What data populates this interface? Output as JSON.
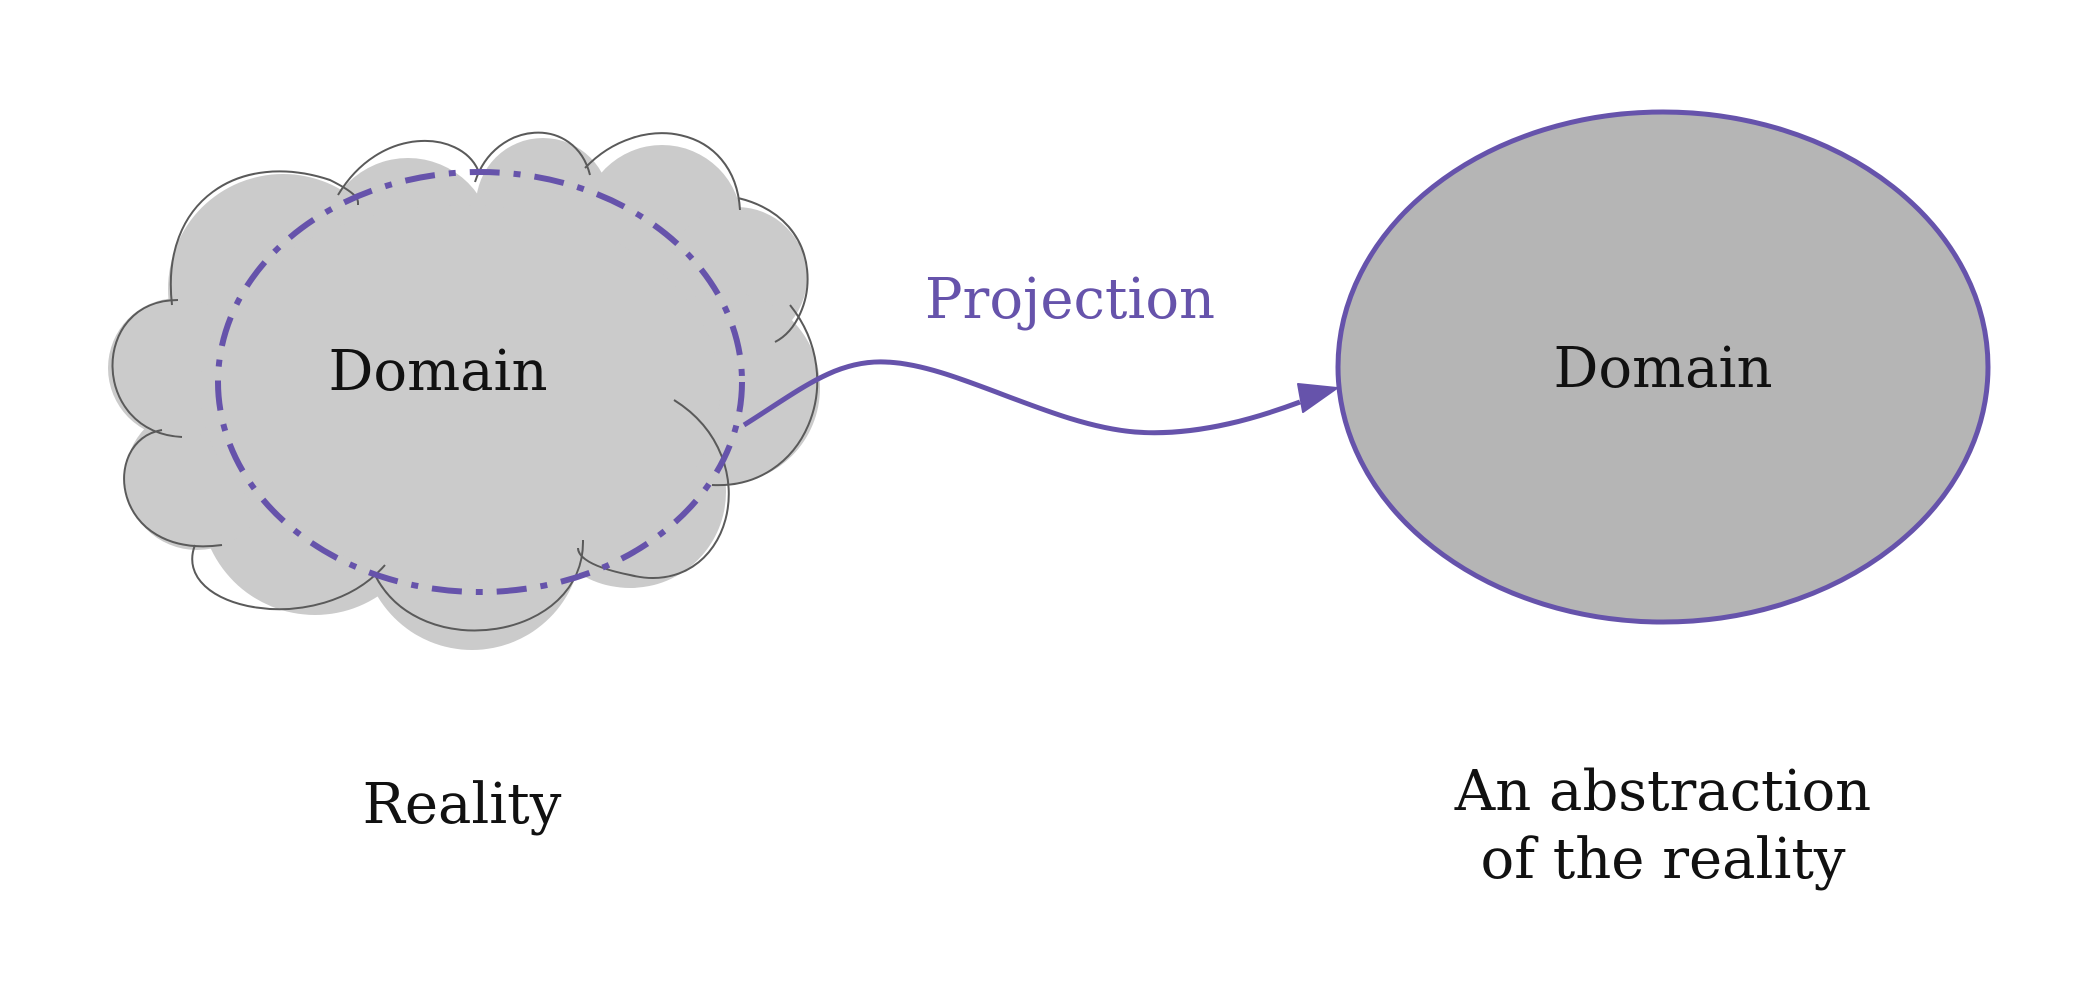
{
  "diagram": {
    "left_node": {
      "label": "Domain",
      "caption": "Reality"
    },
    "right_node": {
      "label": "Domain",
      "caption_lines": [
        "An abstraction",
        "of the reality"
      ]
    },
    "edge": {
      "label": "Projection"
    }
  },
  "colors": {
    "accent": "#6653AB",
    "cloud_fill": "#CBCBCB",
    "cloud_stroke": "#5A5A5A",
    "ellipse_fill": "#B5B5B5",
    "text": "#111111"
  }
}
